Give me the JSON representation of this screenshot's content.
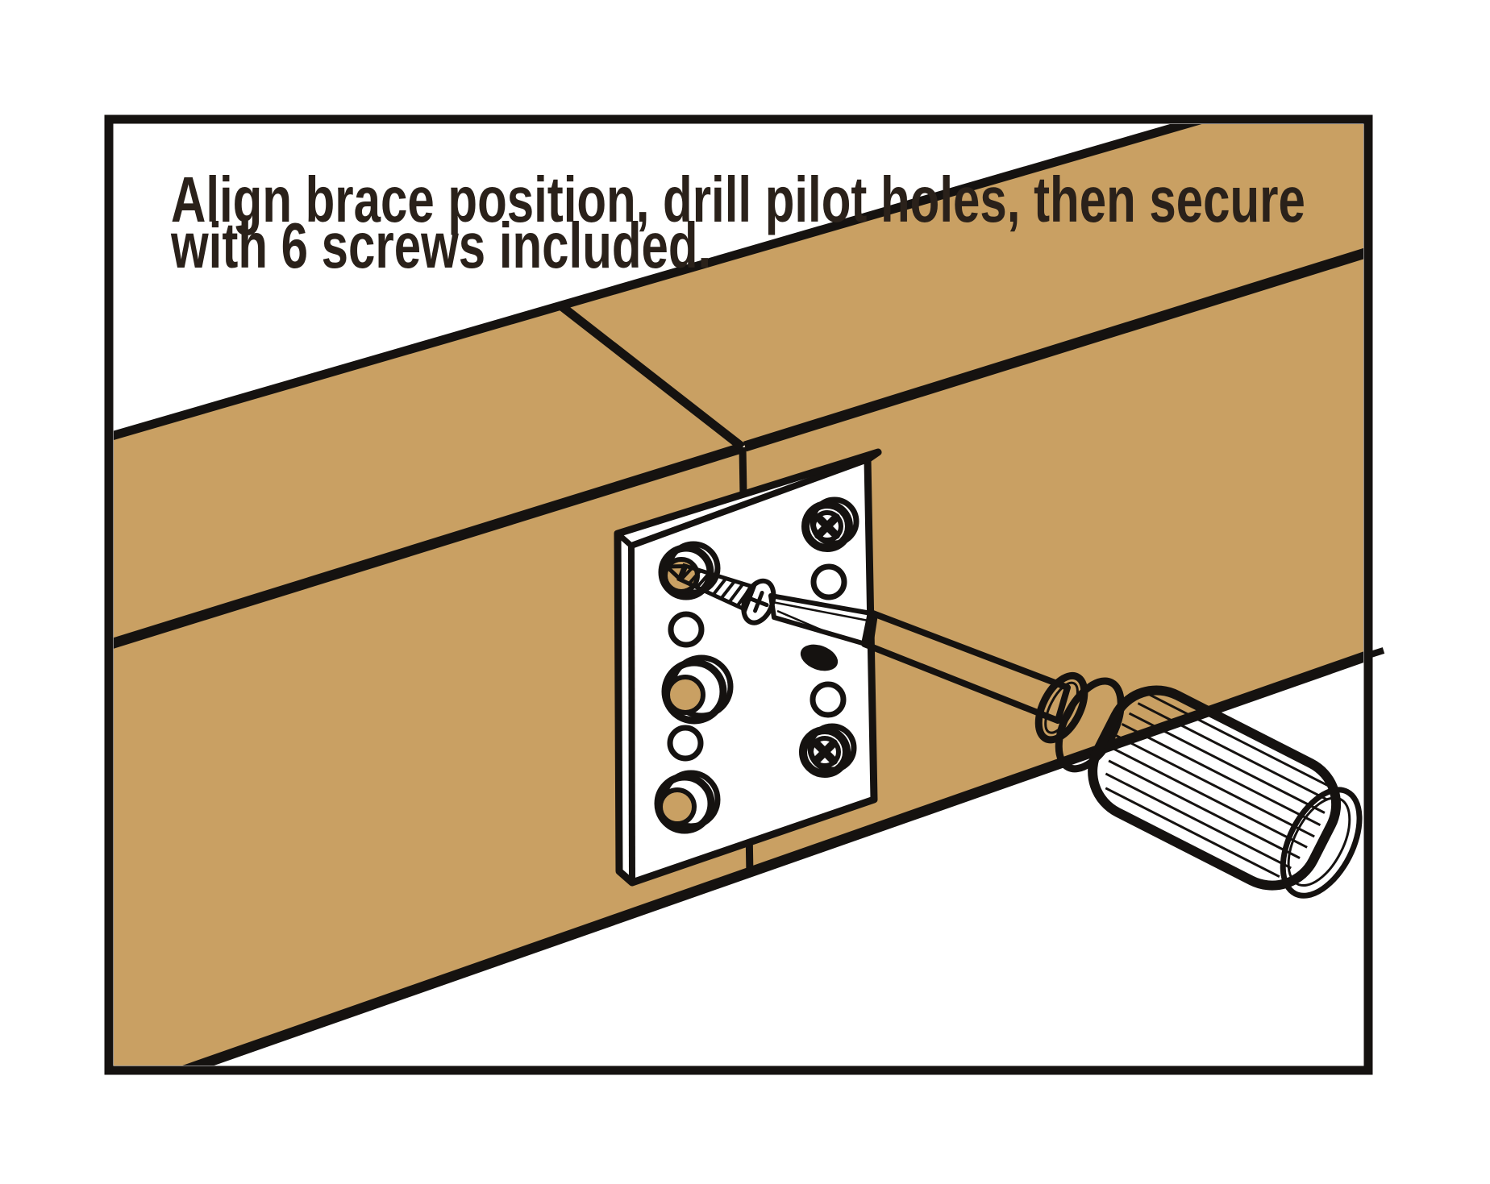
{
  "page": {
    "background": "#FFFFFF"
  },
  "instruction": {
    "line1": "Align brace position, drill pilot holes, then secure",
    "line2": "with 6 screws included.",
    "screws_included_count": 6
  },
  "illustration": {
    "colors": {
      "wood": "#C9A063",
      "outline": "#151210",
      "plate": "#FFFFFF",
      "text": "#2A211A",
      "background": "#FFFFFF"
    },
    "elements": {
      "beam_count": 2,
      "brace_plate": "rectangular mending plate",
      "large_pilot_holes": 3,
      "small_pilot_holes": 4,
      "installed_phillips_screws": 2,
      "screw_being_driven": 1,
      "tool": "phillips-screwdriver"
    }
  }
}
